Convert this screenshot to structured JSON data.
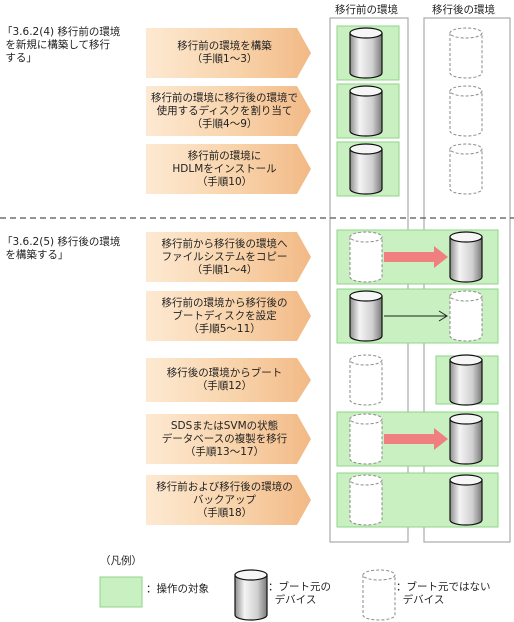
{
  "columns": {
    "before": "移行前の環境",
    "after": "移行後の環境"
  },
  "sections": [
    {
      "title": "「3.6.2(4) 移行前の環境\n を新規に構築して移行\n する」",
      "steps": [
        {
          "label": "移行前の環境を構築\n（手順1～3）",
          "before": {
            "boot": true,
            "highlight": true
          },
          "after": {
            "boot": false,
            "highlight": false
          },
          "arrow": "none"
        },
        {
          "label": "移行前の環境に移行後の環境で\n使用するディスクを割り当て\n（手順4～9）",
          "before": {
            "boot": true,
            "highlight": true
          },
          "after": {
            "boot": false,
            "highlight": false
          },
          "arrow": "none"
        },
        {
          "label": "移行前の環境に\nHDLMをインストール\n（手順10）",
          "before": {
            "boot": true,
            "highlight": true
          },
          "after": {
            "boot": false,
            "highlight": false
          },
          "arrow": "none"
        }
      ]
    },
    {
      "title": "「3.6.2(5) 移行後の環境\n を構築する」",
      "steps": [
        {
          "label": "移行前から移行後の環境へ\nファイルシステムをコピー\n（手順1～4）",
          "before": {
            "boot": false,
            "highlight": true
          },
          "after": {
            "boot": true,
            "highlight": true
          },
          "arrow": "thick"
        },
        {
          "label": "移行前の環境から移行後の\nブートディスクを設定\n（手順5～11）",
          "before": {
            "boot": true,
            "highlight": true
          },
          "after": {
            "boot": false,
            "highlight": true
          },
          "arrow": "thin"
        },
        {
          "label": "移行後の環境からブート\n（手順12）",
          "before": {
            "boot": false,
            "highlight": false
          },
          "after": {
            "boot": true,
            "highlight": true
          },
          "arrow": "none"
        },
        {
          "label": "SDSまたはSVMの状態\nデータベースの複製を移行\n（手順13～17）",
          "before": {
            "boot": false,
            "highlight": true
          },
          "after": {
            "boot": true,
            "highlight": true
          },
          "arrow": "thick"
        },
        {
          "label": "移行前および移行後の環境の\nバックアップ\n（手順18）",
          "before": {
            "boot": false,
            "highlight": true
          },
          "after": {
            "boot": true,
            "highlight": true
          },
          "arrow": "none"
        }
      ]
    }
  ],
  "legend": {
    "title": "（凡例）",
    "target": "：操作の対象",
    "boot": "：ブート元の\n  デバイス",
    "nonboot": "：ブート元ではない\n  デバイス"
  },
  "colors": {
    "highlight_fill": "#c8f0c0",
    "highlight_stroke": "#8fd688",
    "arrow_pink": "#f08080",
    "step_gradient_top": "#fbe7c9",
    "step_gradient_bottom": "#f3b98a"
  }
}
